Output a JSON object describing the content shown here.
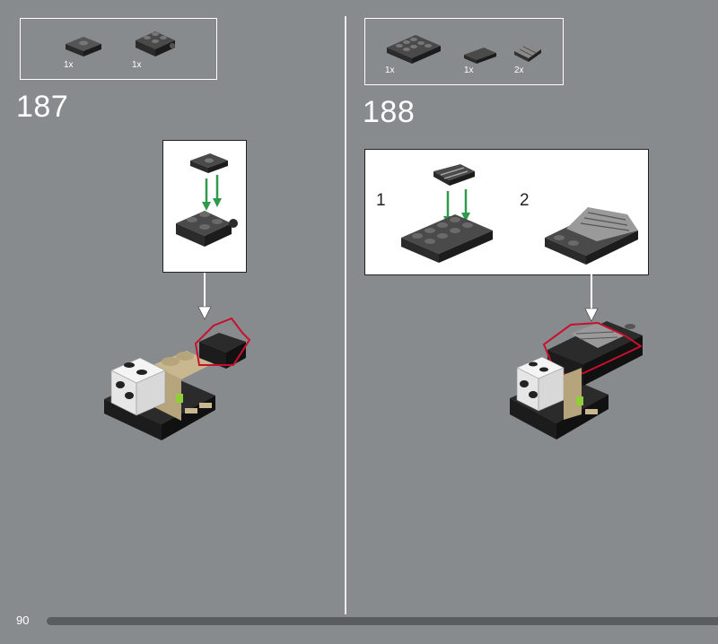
{
  "page": {
    "number": "90"
  },
  "step187": {
    "number": "187",
    "parts": [
      {
        "qty": "1x"
      },
      {
        "qty": "1x"
      }
    ]
  },
  "step188": {
    "number": "188",
    "parts": [
      {
        "qty": "1x"
      },
      {
        "qty": "1x"
      },
      {
        "qty": "2x"
      }
    ],
    "substeps": [
      "1",
      "2"
    ]
  },
  "colors": {
    "background": "#878b8d",
    "dark_brick": "#2b2b2b",
    "tan_brick": "#c9b88f",
    "white_brick": "#ffffff",
    "arrow_green": "#2f9a4a",
    "highlight_red": "#c8102e"
  }
}
